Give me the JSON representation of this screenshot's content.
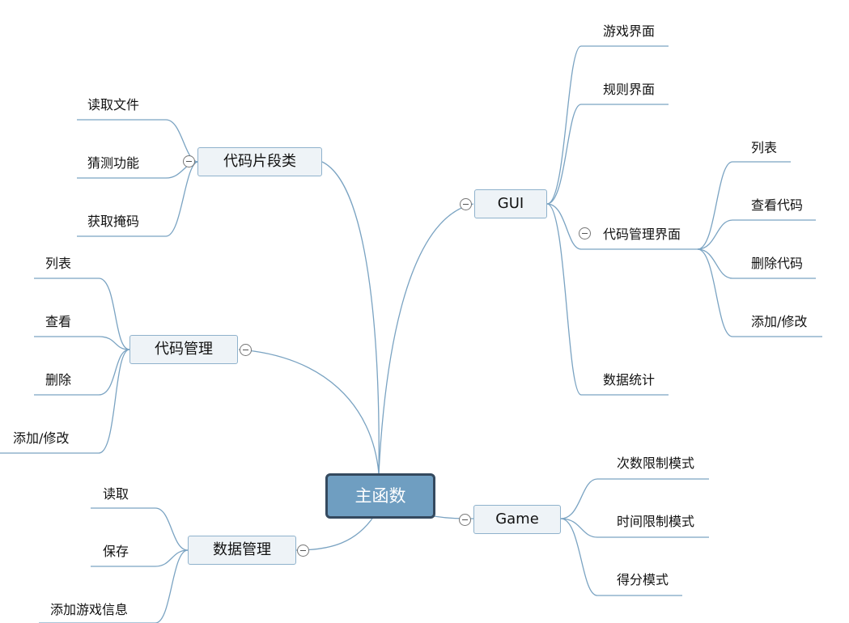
{
  "central": "主函数",
  "code_snippet_class": {
    "title": "代码片段类",
    "children": [
      "读取文件",
      "猜测功能",
      "获取掩码"
    ]
  },
  "code_management": {
    "title": "代码管理",
    "children": [
      "列表",
      "查看",
      "删除",
      "添加/修改"
    ]
  },
  "data_management": {
    "title": "数据管理",
    "children": [
      "读取",
      "保存",
      "添加游戏信息"
    ]
  },
  "gui": {
    "title": "GUI",
    "children": [
      "游戏界面",
      "规则界面",
      "代码管理界面",
      "数据统计"
    ],
    "code_mgmt_ui_children": [
      "列表",
      "查看代码",
      "删除代码",
      "添加/修改"
    ]
  },
  "game": {
    "title": "Game",
    "children": [
      "次数限制模式",
      "时间限制模式",
      "得分模式"
    ]
  },
  "colors": {
    "line": "#7aa3c2",
    "central_fill": "#6f9ec1",
    "central_border": "#34495e",
    "topic_fill": "#eef3f7"
  }
}
